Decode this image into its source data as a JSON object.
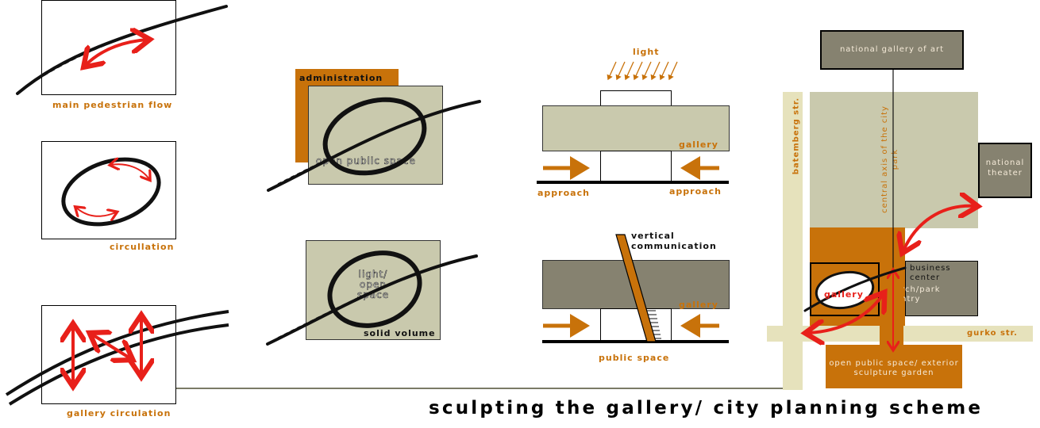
{
  "panel1": {
    "main_flow_label": "main pedestrian flow",
    "circulation_label": "circullation",
    "gallery_circulation_label": "gallery circulation"
  },
  "panel2": {
    "administration_label": "administration",
    "open_public_space_label": "open public space",
    "light_open_space_label": "light/ open space",
    "solid_volume_label": "solid volume"
  },
  "panel3": {
    "light_label": "light",
    "gallery_label_top": "gallery",
    "approach_left": "approach",
    "approach_right": "approach",
    "vertical_communication_label": "vertical communication",
    "gallery_label_bottom": "gallery",
    "public_space_label": "public space"
  },
  "site_plan": {
    "national_gallery_label": "national gallery of art",
    "batemberg_label": "batemberg str.",
    "central_axis_label": "central axis of the city park",
    "national_theater_label": "national theater",
    "business_center_label": "business center",
    "arch_park_entry_label": "arch/park entry",
    "gallery_label": "gallery",
    "gurko_label": "gurko str.",
    "open_public_space_label": "open public space/ exterior sculpture garden"
  },
  "title": "sculpting the gallery/ city planning scheme",
  "colors": {
    "orange": "#c8720a",
    "beige": "#c9c9ad",
    "gray": "#868270",
    "street": "#e6e2bc",
    "red": "#e8201a"
  }
}
